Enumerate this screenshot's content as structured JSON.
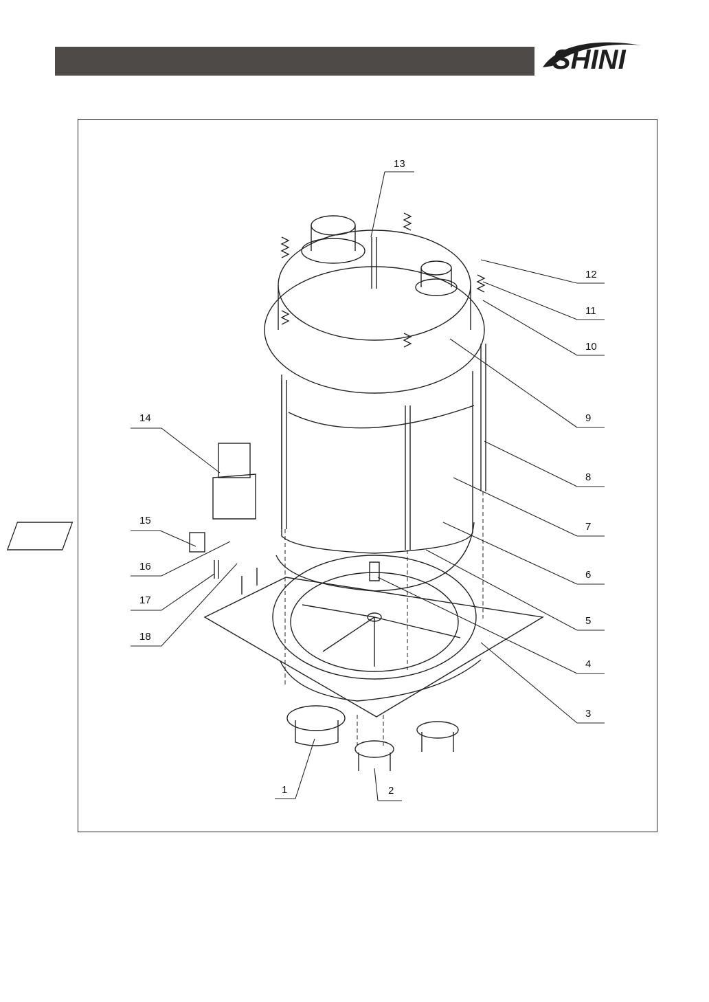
{
  "brand": {
    "logo_text": "SHINI",
    "header_bar_color": "#4d4a47"
  },
  "diagram": {
    "callouts": [
      {
        "id": "1",
        "label": "1"
      },
      {
        "id": "2",
        "label": "2"
      },
      {
        "id": "3",
        "label": "3"
      },
      {
        "id": "4",
        "label": "4"
      },
      {
        "id": "5",
        "label": "5"
      },
      {
        "id": "6",
        "label": "6"
      },
      {
        "id": "7",
        "label": "7"
      },
      {
        "id": "8",
        "label": "8"
      },
      {
        "id": "9",
        "label": "9"
      },
      {
        "id": "10",
        "label": "10"
      },
      {
        "id": "11",
        "label": "11"
      },
      {
        "id": "12",
        "label": "12"
      },
      {
        "id": "13",
        "label": "13"
      },
      {
        "id": "14",
        "label": "14"
      },
      {
        "id": "15",
        "label": "15"
      },
      {
        "id": "16",
        "label": "16"
      },
      {
        "id": "17",
        "label": "17"
      },
      {
        "id": "18",
        "label": "18"
      }
    ]
  }
}
